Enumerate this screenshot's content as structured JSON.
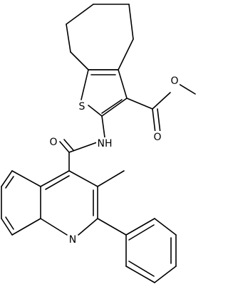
{
  "molecule": {
    "atoms": {
      "sulfur": "S",
      "ester_carbonyl_oxygen": "O",
      "ester_ether_oxygen": "O",
      "amide_nitrogen": "NH",
      "amide_oxygen": "O",
      "quinoline_nitrogen": "N"
    }
  }
}
